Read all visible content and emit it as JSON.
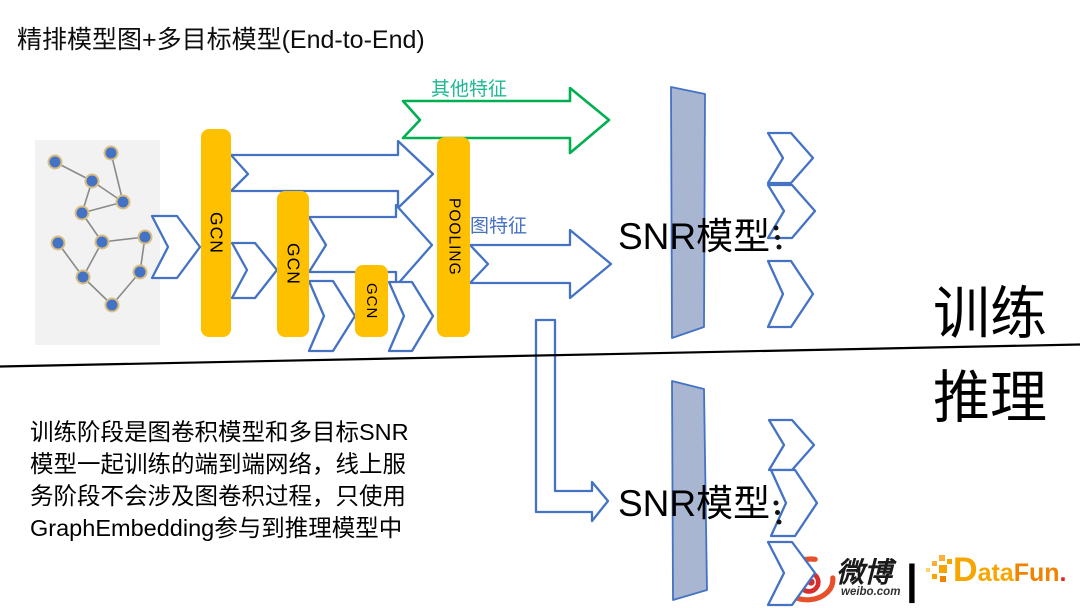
{
  "title": "精排模型图+多目标模型(End-to-End)",
  "theme": {
    "gold": "#FFC000",
    "blue": "#4472C4",
    "green": "#00B050",
    "teal": "#1EB893",
    "panel": "#A8B6D2",
    "graph_bg": "#F2F2F2"
  },
  "diagram": {
    "gcn_label": "GCN",
    "pooling_label": "POOLING",
    "other_features_label": "其他特征",
    "graph_features_label": "图特征",
    "snr_top_label": "SNR模型",
    "snr_bottom_label": "SNR模型",
    "train_label": "训练",
    "inference_label": "推理"
  },
  "description": {
    "line1": "训练阶段是图卷积模型和多目标SNR",
    "line2": "模型一起训练的端到端网络，线上服",
    "line3": "务阶段不会涉及图卷积过程，只使用",
    "line4": "GraphEmbedding参与到推理模型中"
  },
  "footer": {
    "weibo_name": "微博",
    "weibo_domain": "weibo.com",
    "divider": "|",
    "datafun_d": "D",
    "datafun_ata": "ata",
    "datafun_fun": "Fun",
    "datafun_dot": "."
  }
}
